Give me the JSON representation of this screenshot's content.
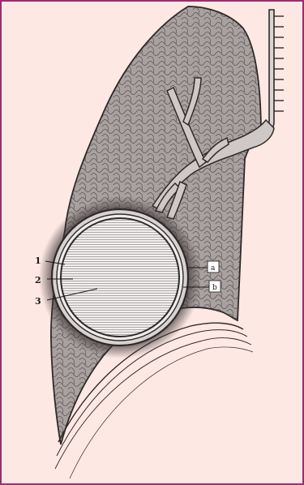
{
  "figure": {
    "border_color": "#9b2d6e",
    "background_color": "#fde8e3",
    "lung_fill": "#a9a1a0",
    "cyst_fill": "#f2f0ef"
  },
  "labels": {
    "left": [
      "1",
      "2",
      "3"
    ],
    "right": [
      "a",
      "b"
    ]
  }
}
